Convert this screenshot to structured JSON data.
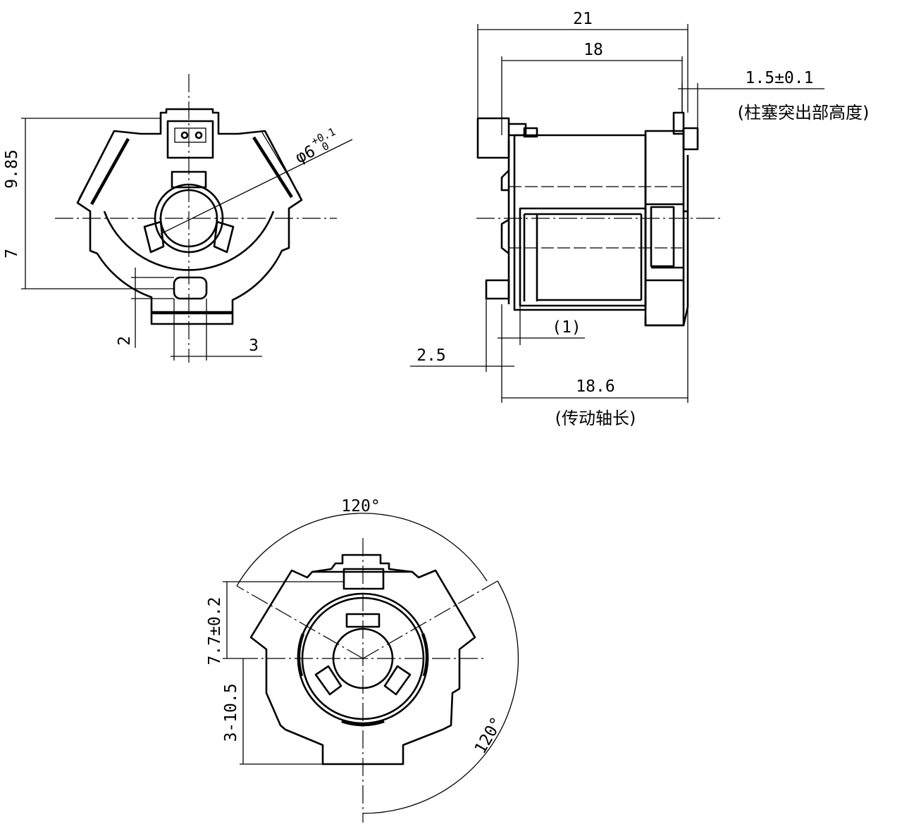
{
  "front_view": {
    "dim_height_top": "9.85",
    "dim_height_bottom": "7",
    "dim_slot_height": "2",
    "dim_slot_width": "3",
    "dim_bore_main": "φ6",
    "dim_bore_tol_upper": "+0.1",
    "dim_bore_tol_lower": "0"
  },
  "side_view": {
    "dim_overall_length": "21",
    "dim_body_length": "18",
    "dim_plunger_protrusion": "1.5±0.1",
    "note_plunger_protrusion": "(柱塞突出部高度)",
    "dim_inner": "(1)",
    "dim_offset": "2.5",
    "dim_shaft_length": "18.6",
    "note_shaft_length": "(传动轴长)"
  },
  "bottom_view": {
    "angle_top": "120°",
    "angle_right": "120°",
    "dim_upper": "7.7±0.2",
    "dim_lower": "3-10.5"
  }
}
